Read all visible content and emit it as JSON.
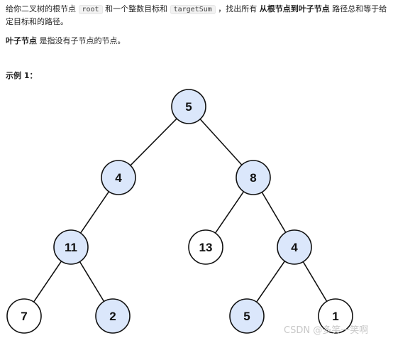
{
  "description": {
    "p1_prefix": "给你二叉树的根节点",
    "p1_code1": "root",
    "p1_mid": "和一个整数目标和",
    "p1_code2": "targetSum",
    "p1_after": "，找出所有",
    "p1_bold": "从根节点到叶子节点",
    "p1_suffix": "路径总和等于给定目标和的路径。",
    "p2_bold": "叶子节点",
    "p2_rest": "是指没有子节点的节点。"
  },
  "example_label": "示例 1：",
  "tree": {
    "highlight_color": "#dbe7fb",
    "plain_color": "#ffffff",
    "nodes": [
      {
        "id": "n5a",
        "label": "5",
        "highlighted": true
      },
      {
        "id": "n4a",
        "label": "4",
        "highlighted": true
      },
      {
        "id": "n8",
        "label": "8",
        "highlighted": true
      },
      {
        "id": "n11",
        "label": "11",
        "highlighted": true
      },
      {
        "id": "n13",
        "label": "13",
        "highlighted": false
      },
      {
        "id": "n4b",
        "label": "4",
        "highlighted": true
      },
      {
        "id": "n7",
        "label": "7",
        "highlighted": false
      },
      {
        "id": "n2",
        "label": "2",
        "highlighted": true
      },
      {
        "id": "n5b",
        "label": "5",
        "highlighted": true
      },
      {
        "id": "n1",
        "label": "1",
        "highlighted": false
      }
    ],
    "edges": [
      [
        "n5a",
        "n4a"
      ],
      [
        "n5a",
        "n8"
      ],
      [
        "n4a",
        "n11"
      ],
      [
        "n8",
        "n13"
      ],
      [
        "n8",
        "n4b"
      ],
      [
        "n11",
        "n7"
      ],
      [
        "n11",
        "n2"
      ],
      [
        "n4b",
        "n5b"
      ],
      [
        "n4b",
        "n1"
      ]
    ]
  },
  "watermark": "CSDN @多笑一笑啊"
}
